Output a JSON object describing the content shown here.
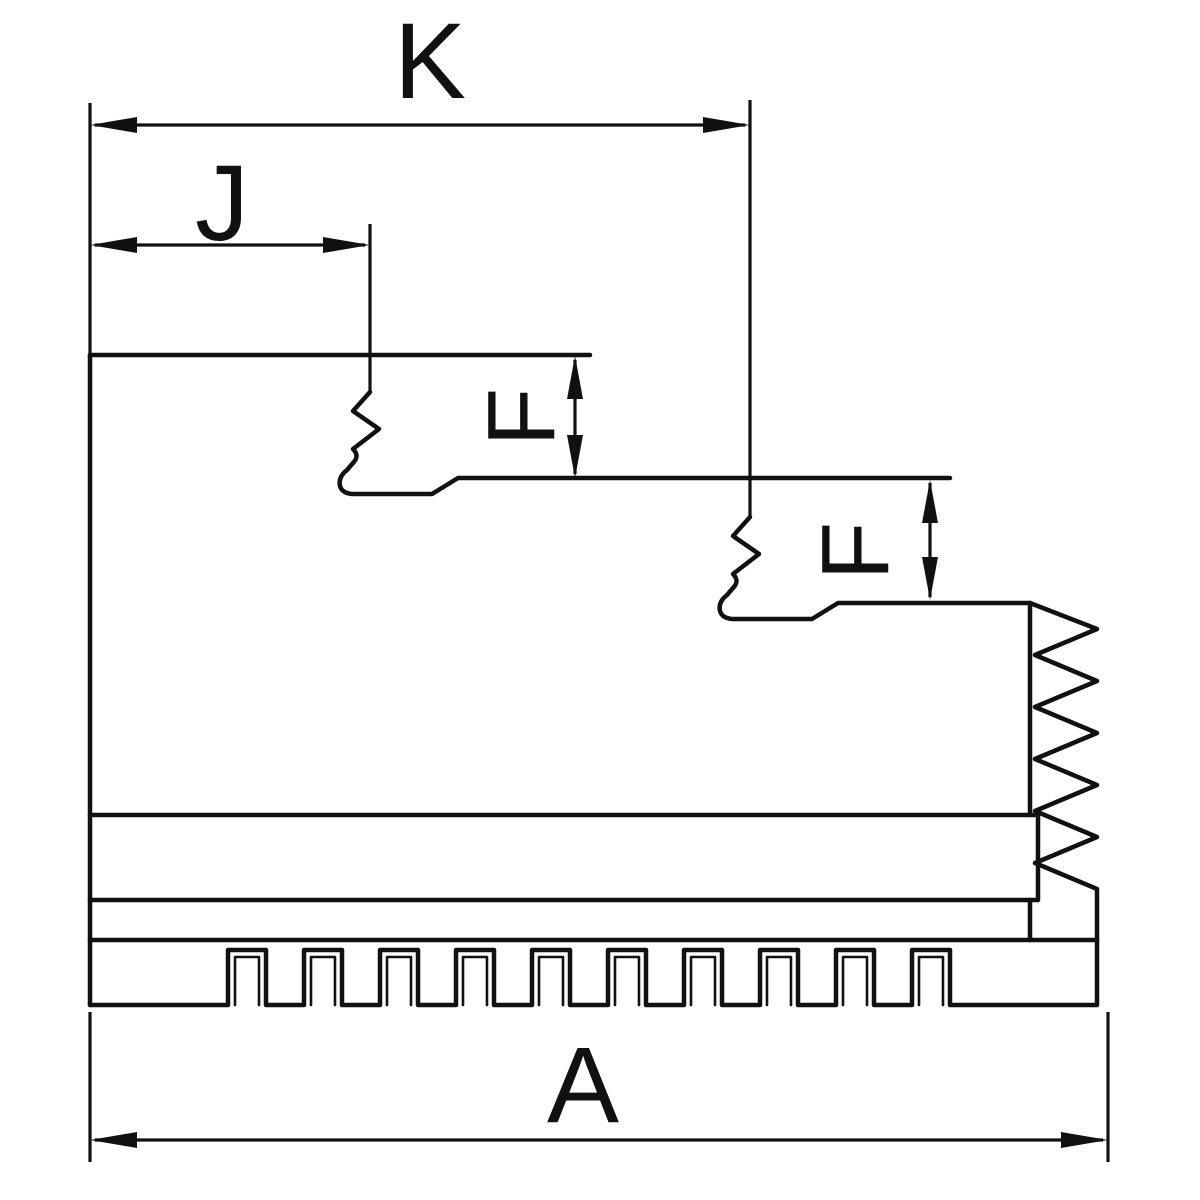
{
  "drawing": {
    "type": "technical-dimension-drawing",
    "background_color": "#ffffff",
    "line_color": "#111111",
    "dimension_labels": {
      "k": "K",
      "j": "J",
      "f_upper_step": "F",
      "f_lower_step": "F",
      "a": "A"
    }
  }
}
